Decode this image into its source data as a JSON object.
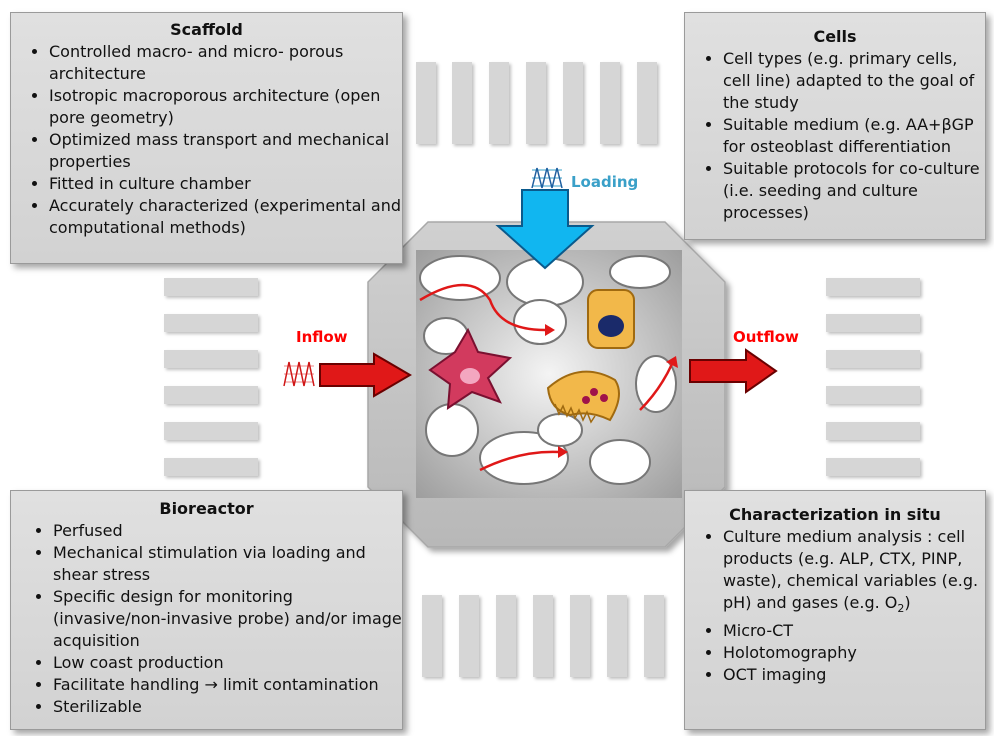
{
  "scaffold": {
    "title": "Scaffold",
    "items": [
      "Controlled macro- and micro- porous architecture",
      "Isotropic macroporous architecture (open pore geometry)",
      "Optimized mass transport and mechanical properties",
      "Fitted in culture chamber",
      "Accurately characterized (experimental and computational methods)"
    ]
  },
  "cells": {
    "title": "Cells",
    "items": [
      "Cell types (e.g. primary cells, cell line) adapted to the goal of the study",
      "Suitable medium (e.g. AA+βGP for osteoblast differentiation",
      "Suitable protocols for co-culture (i.e. seeding and culture processes)"
    ]
  },
  "bioreactor": {
    "title": "Bioreactor",
    "items": [
      "Perfused",
      "Mechanical stimulation via loading and shear stress",
      "Specific design for monitoring (invasive/non-invasive probe) and/or image acquisition",
      "Low coast production",
      "Facilitate handling → limit contamination",
      "Sterilizable"
    ]
  },
  "characterization": {
    "title": "Characterization in situ",
    "item1_text": "Culture medium analysis : cell products (e.g. ALP, CTX, PINP, waste), chemical variables (e.g. pH) and gases (e.g. O",
    "item1_sub": "2",
    "item1_close": ")",
    "items": [
      "Micro-CT",
      "Holotomography",
      "OCT imaging"
    ]
  },
  "labels": {
    "loading": "Loading",
    "inflow": "Inflow",
    "outflow": "Outflow"
  },
  "colors": {
    "loading_text": "#3aa0c8",
    "loading_arrow": "#11b6f0",
    "flow_text": "#ff0000",
    "flow_arrow": "#e01818",
    "panel_bg": "#d9d9d9",
    "chamber_bg": "#c4c4c4"
  },
  "icons": [
    "loading-wave-icon",
    "inflow-wave-icon",
    "down-arrow-icon",
    "right-arrow-icon"
  ]
}
